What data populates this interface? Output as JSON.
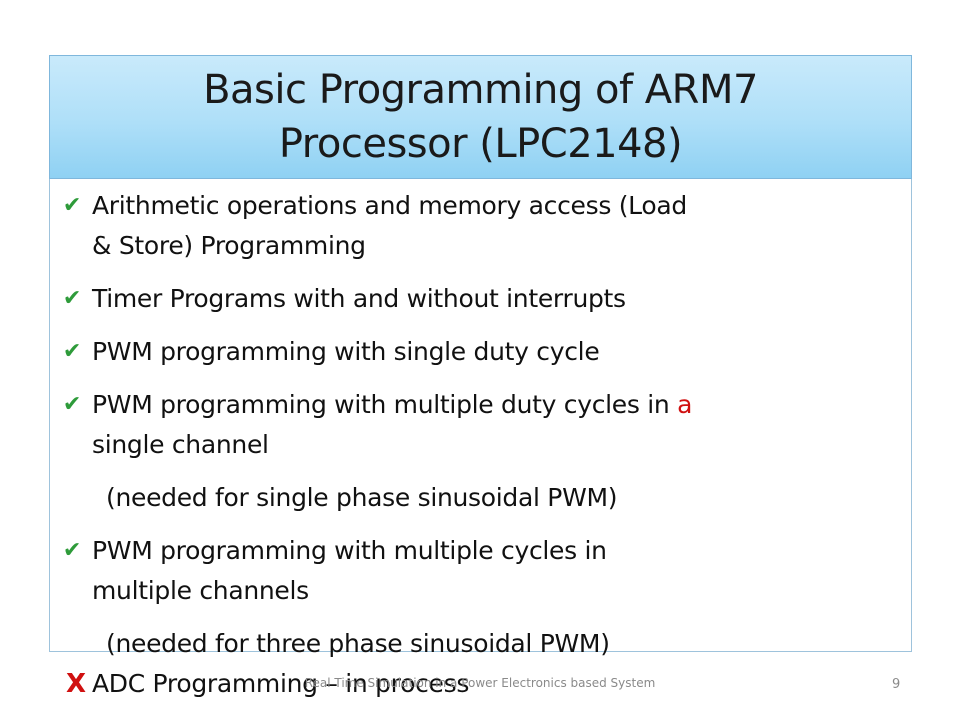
{
  "title": {
    "line1": "Basic Programming of ARM7",
    "line2": "Processor (LPC2148)"
  },
  "bullets": [
    {
      "marker": "check",
      "line1": "Arithmetic operations and memory access (Load",
      "line2": "& Store)  Programming"
    },
    {
      "marker": "check",
      "line1": "Timer Programs with and without interrupts"
    },
    {
      "marker": "check",
      "line1": "PWM programming with single duty cycle"
    },
    {
      "marker": "check",
      "line1_pre": "PWM programming with multiple duty cycles in ",
      "line1_red": "a",
      "line2": "single channel"
    },
    {
      "note": "(needed for single phase sinusoidal PWM)"
    },
    {
      "marker": "check",
      "line1": "PWM programming with multiple cycles in",
      "line2": "multiple channels"
    },
    {
      "note": "(needed for three phase sinusoidal PWM)"
    },
    {
      "marker": "cross",
      "line1": "ADC Programming – in process"
    }
  ],
  "footer": {
    "text": "Real Time Simulation in a Power Electronics based System",
    "page_number": "9"
  },
  "colors": {
    "title_gradient_top": "#c9eafb",
    "title_gradient_bottom": "#8fd1f3",
    "check": "#2e9b3a",
    "cross": "#d01010",
    "highlight": "#d01010"
  },
  "icons": {
    "check": "checkmark-icon",
    "cross": "cross-icon"
  }
}
